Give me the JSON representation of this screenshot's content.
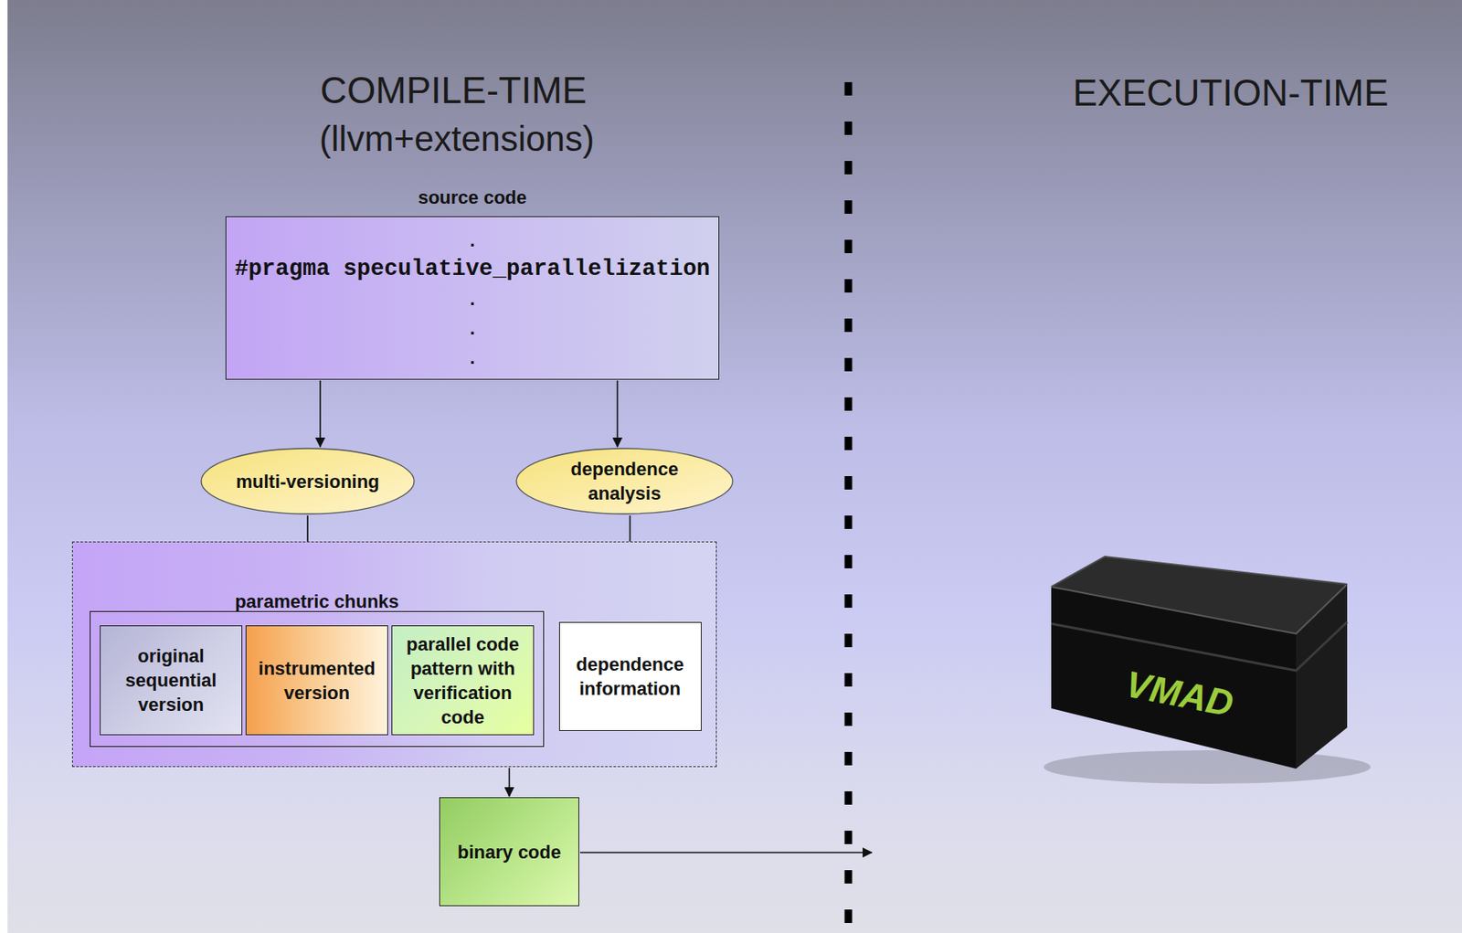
{
  "diagram": {
    "nodes": [
      {
        "text": [
          "source code",
          ".",
          "#pragma speculative_parallelization",
          ".",
          ".",
          "."
        ]
      },
      {
        "text": [
          "multi-versioning"
        ]
      },
      {
        "text": [
          "dependence analysis"
        ]
      },
      {
        "text": []
      },
      {
        "text": [
          "parametric chunks"
        ],
        "in": 3
      },
      {
        "text": [
          "original sequential version"
        ],
        "in": 4
      },
      {
        "text": [
          "instrumented version"
        ],
        "in": 4
      },
      {
        "text": [
          "parallel code pattern with verification code"
        ],
        "in": 4
      },
      {
        "text": [
          "dependence information"
        ],
        "in": 3
      },
      {
        "text": [
          "binary code"
        ]
      }
    ],
    "edges": [
      {
        "from": 0,
        "to": 1,
        "arrow": "to"
      },
      {
        "from": 0,
        "to": 2,
        "arrow": "to"
      },
      {
        "from": 1,
        "to": 4,
        "arrow": "to"
      },
      {
        "from": 2,
        "to": 8,
        "arrow": "to"
      },
      {
        "from": 3,
        "to": 9,
        "arrow": "to"
      }
    ],
    "labels": [
      "COMPILE-TIME",
      "(llvm+extensions)",
      "EXECUTION-TIME",
      "VMAD"
    ]
  }
}
